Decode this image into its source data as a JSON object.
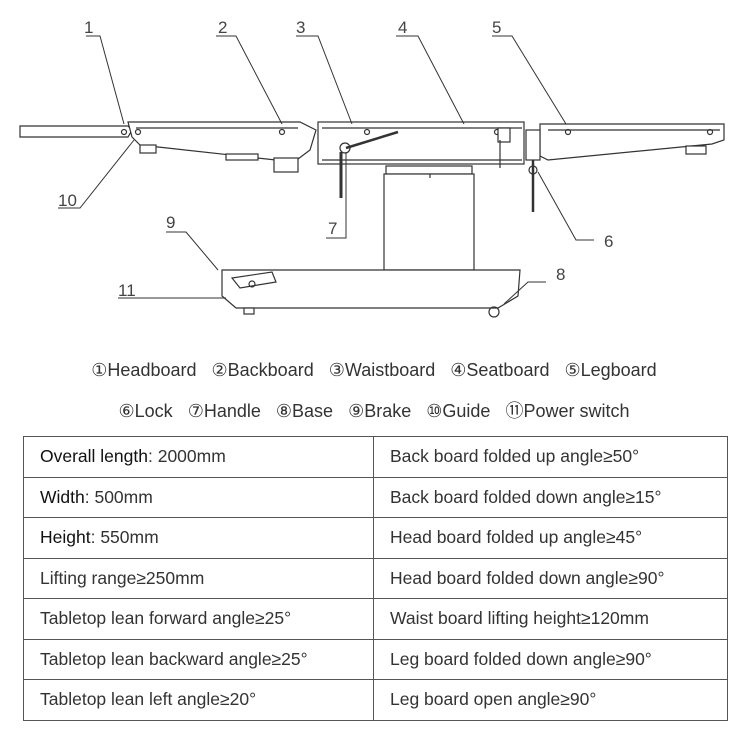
{
  "callouts": [
    "1",
    "2",
    "3",
    "4",
    "5",
    "6",
    "7",
    "8",
    "9",
    "10",
    "11"
  ],
  "legend": {
    "line1": [
      "①Headboard",
      "②Backboard",
      "③Waistboard",
      "④Seatboard",
      "⑤Legboard"
    ],
    "line2": [
      "⑥Lock",
      "⑦Handle",
      "⑧Base",
      "⑨Brake",
      "⑩Guide",
      "⑪Power switch"
    ]
  },
  "specs": {
    "rows": [
      {
        "left_label": "Overall length",
        "left_value": ": 2000mm",
        "right": "Back board folded up angle≥50°"
      },
      {
        "left_label": "Width",
        "left_value": ": 500mm",
        "right": "Back board folded down angle≥15°"
      },
      {
        "left_label": "Height",
        "left_value": ": 550mm",
        "right": "Head board folded up angle≥45°"
      },
      {
        "left_label": "",
        "left_value": "Lifting range≥250mm",
        "right": "Head board folded down angle≥90°"
      },
      {
        "left_label": "",
        "left_value": "Tabletop lean forward angle≥25°",
        "right": "Waist board lifting height≥120mm"
      },
      {
        "left_label": "",
        "left_value": "Tabletop lean backward angle≥25°",
        "right": "Leg board folded down angle≥90°"
      },
      {
        "left_label": "",
        "left_value": "Tabletop lean left angle≥20°",
        "right": "Leg board open angle≥90°"
      }
    ]
  }
}
